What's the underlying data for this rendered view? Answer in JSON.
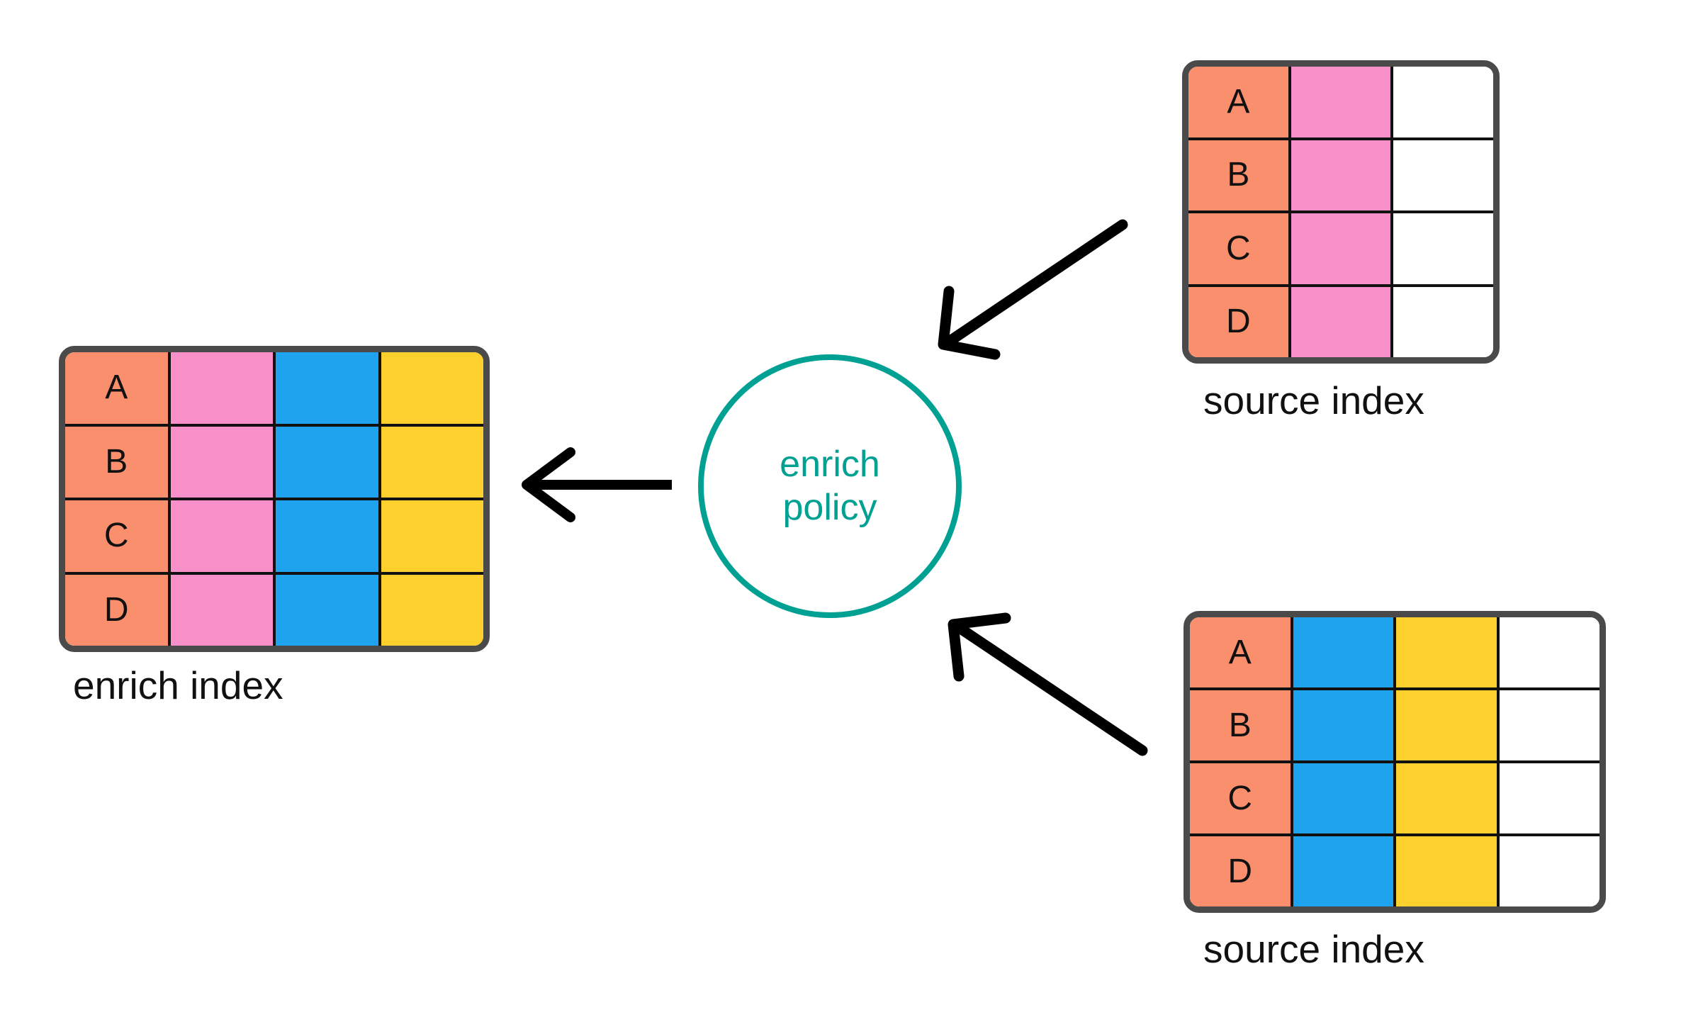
{
  "diagram": {
    "title": "enrich policy data flow",
    "background": "#ffffff",
    "palette": {
      "orange": "#FA8F6E",
      "pink": "#F88FC8",
      "blue": "#20A3EF",
      "yellow": "#FDD02E",
      "white": "#FFFFFF",
      "table_border": "#4A4A4A",
      "grid_line": "#111111",
      "accent_teal": "#00A093",
      "arrow": "#000000",
      "text": "#111111"
    }
  },
  "enrich_index": {
    "caption": "enrich index",
    "columns": [
      "orange",
      "pink",
      "blue",
      "yellow"
    ],
    "rows": [
      {
        "key": "A"
      },
      {
        "key": "B"
      },
      {
        "key": "C"
      },
      {
        "key": "D"
      }
    ]
  },
  "source_index_top": {
    "caption": "source index",
    "columns": [
      "orange",
      "pink",
      "white"
    ],
    "rows": [
      {
        "key": "A"
      },
      {
        "key": "B"
      },
      {
        "key": "C"
      },
      {
        "key": "D"
      }
    ]
  },
  "source_index_bottom": {
    "caption": "source index",
    "columns": [
      "orange",
      "blue",
      "yellow",
      "white"
    ],
    "rows": [
      {
        "key": "A"
      },
      {
        "key": "B"
      },
      {
        "key": "C"
      },
      {
        "key": "D"
      }
    ]
  },
  "policy": {
    "line1": "enrich",
    "line2": "policy"
  },
  "arrows": [
    {
      "name": "arrow-policy-to-enrich-index",
      "direction": "left"
    },
    {
      "name": "arrow-source-top-to-policy",
      "direction": "down-left"
    },
    {
      "name": "arrow-source-bottom-to-policy",
      "direction": "up-left"
    }
  ]
}
